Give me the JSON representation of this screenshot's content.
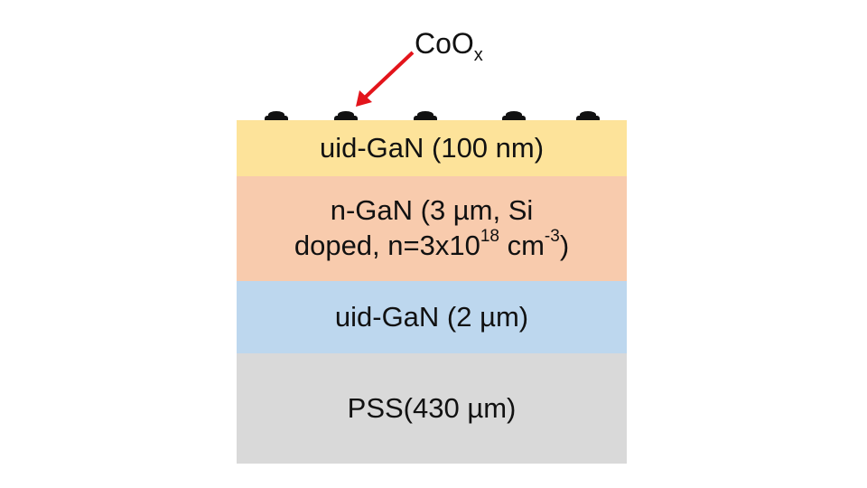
{
  "colors": {
    "uid_top": "#fde39a",
    "n_gan": "#f8cbad",
    "uid_bottom": "#bdd7ee",
    "pss": "#d9d9d9",
    "arrow": "#e3141b"
  },
  "annotation": {
    "main": "CoO",
    "sub": "x"
  },
  "layers": [
    {
      "text": "uid-GaN (100 nm)"
    },
    {
      "line1": "n-GaN (3 µm, Si",
      "line2_a": "doped, n=3x10",
      "exp1": "18",
      "line2_b": " cm",
      "exp2": "-3",
      "line2_c": ")"
    },
    {
      "text": "uid-GaN (2 µm)"
    },
    {
      "text": "PSS(430 µm)"
    }
  ]
}
